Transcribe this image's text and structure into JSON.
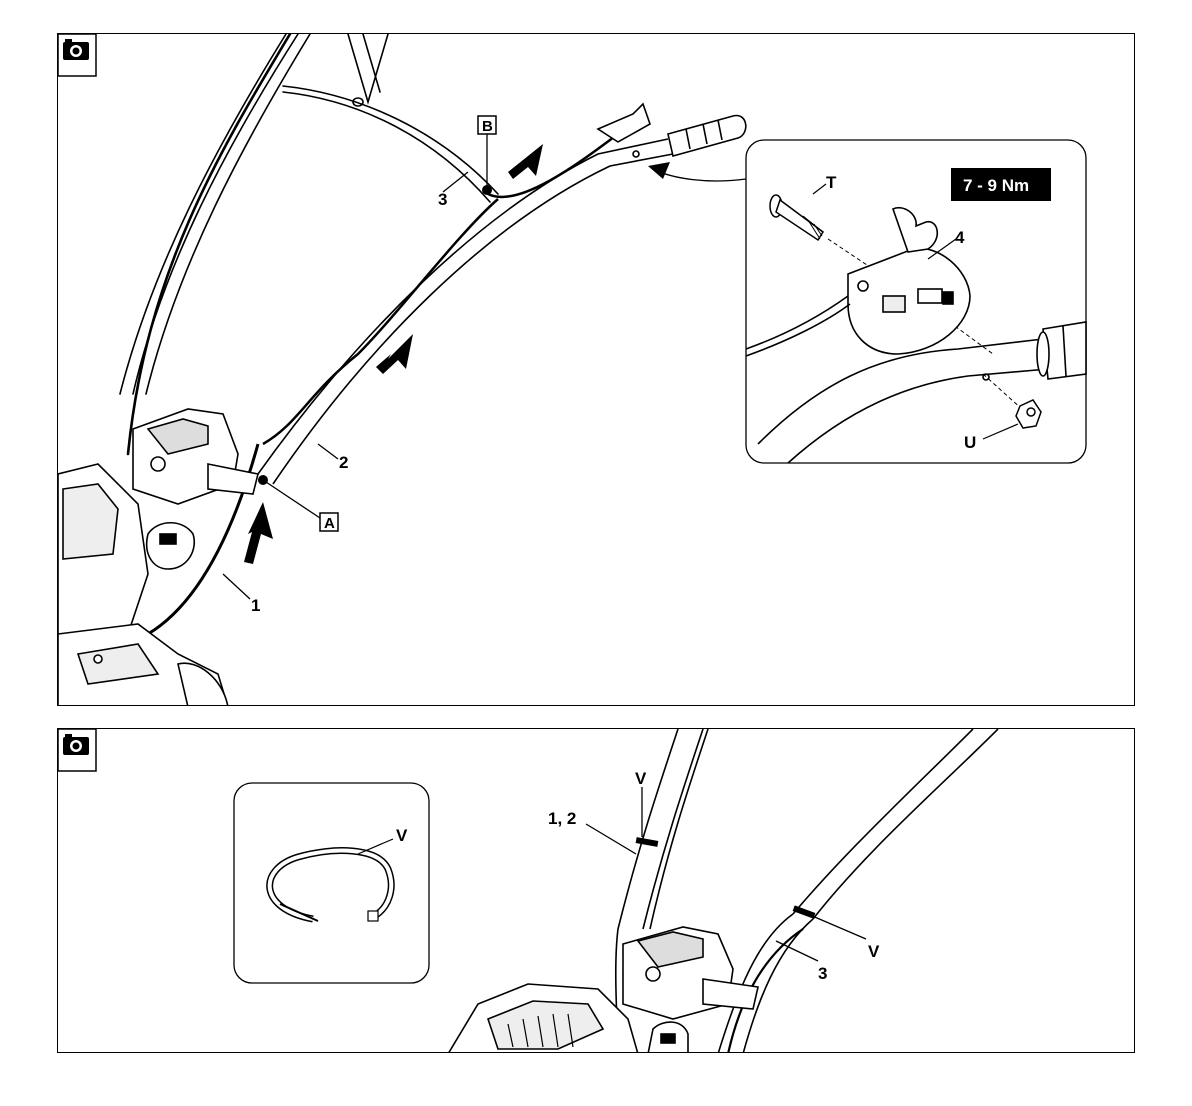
{
  "top_panel": {
    "camera_icon": "camera-icon",
    "labels": {
      "part_1": "1",
      "part_2": "2",
      "part_3": "3",
      "point_a": "A",
      "point_b": "B"
    },
    "inset": {
      "torque": "7 - 9 Nm",
      "bolt": "T",
      "switch": "4",
      "nut": "U"
    }
  },
  "bottom_panel": {
    "camera_icon": "camera-icon",
    "inset": {
      "tie": "V"
    },
    "labels": {
      "cables_1_2": "1, 2",
      "tie_upper": "V",
      "tie_right": "V",
      "cable_3": "3"
    }
  },
  "colors": {
    "line": "#000000",
    "background": "#ffffff",
    "torque_box": "#000000"
  }
}
